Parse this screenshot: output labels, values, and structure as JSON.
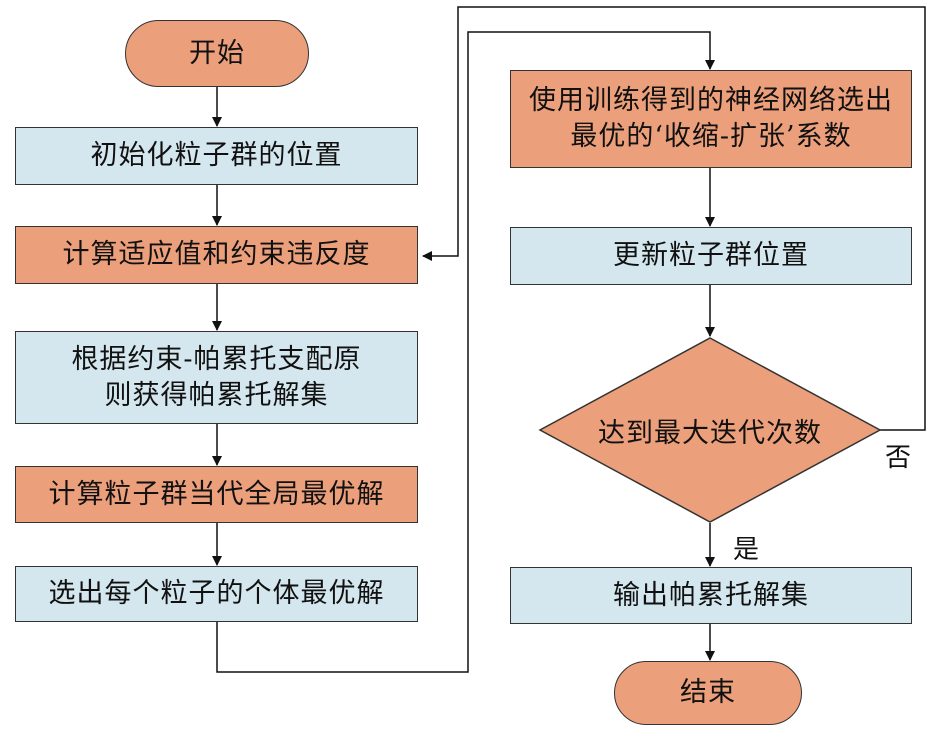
{
  "nodes": {
    "start": "开始",
    "init": "初始化粒子群的位置",
    "fitness": "计算适应值和约束违反度",
    "pareto_rule": "根据约束-帕累托支配原\n则获得帕累托解集",
    "global_best": "计算粒子群当代全局最优解",
    "personal_best": "选出每个粒子的个体最优解",
    "nn_select": "使用训练得到的神经网络选出\n最优的‘收缩-扩张’系数",
    "update": "更新粒子群位置",
    "decision": "达到最大迭代次数",
    "output": "输出帕累托解集",
    "end": "结束"
  },
  "labels": {
    "yes": "是",
    "no": "否"
  },
  "colors": {
    "blue_fill": "#d4e6ee",
    "orange_fill": "#ec9f7b",
    "stroke": "#333333"
  }
}
